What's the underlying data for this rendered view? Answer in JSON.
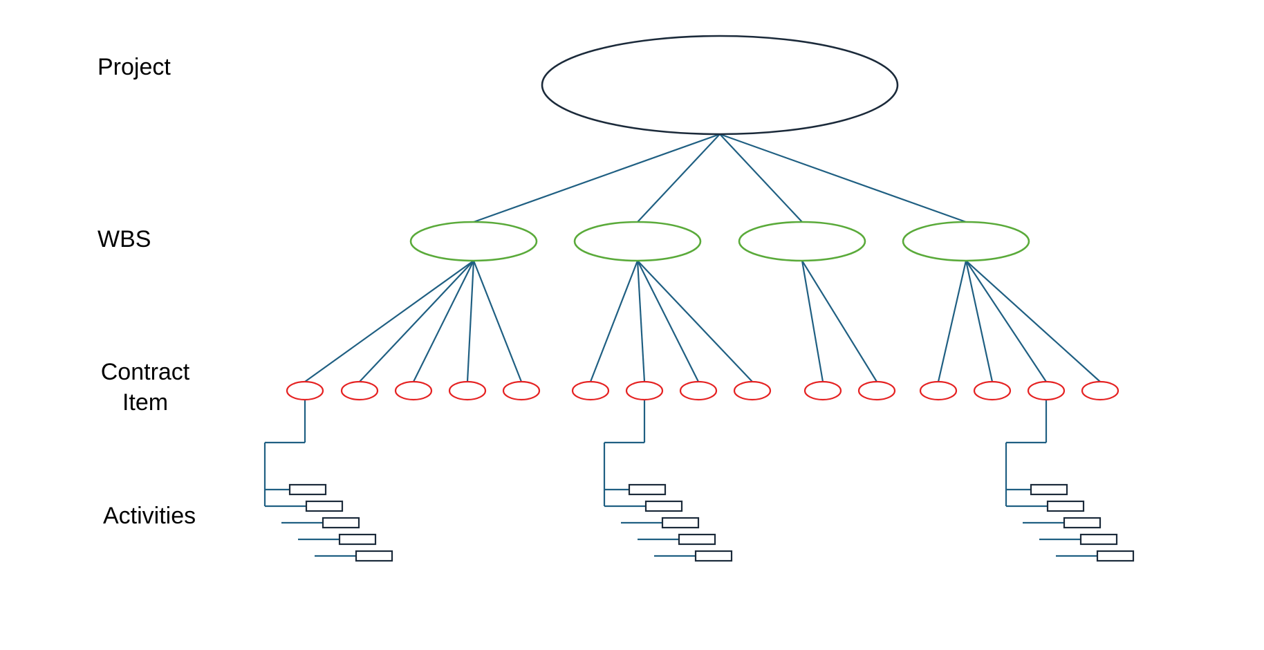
{
  "labels": {
    "project": "Project",
    "wbs": "WBS",
    "contract_item_line1": "Contract",
    "contract_item_line2": "Item",
    "activities": "Activities"
  },
  "colors": {
    "project_outline": "#1b2a3a",
    "wbs_outline": "#5aaa3a",
    "contract_item_outline": "#e52222",
    "connector": "#1f5f82",
    "activity_outline": "#1b2a3a"
  },
  "hierarchy": {
    "wbs_count": 4,
    "contract_items_per_wbs": [
      5,
      4,
      2,
      4
    ],
    "expanded_contract_items": [
      1,
      7,
      14
    ],
    "activities_per_expanded_item": 5
  }
}
